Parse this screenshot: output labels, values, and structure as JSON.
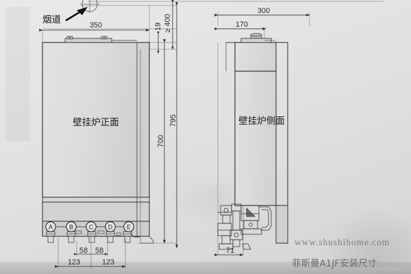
{
  "sheet": {
    "kind": "technical-drawing",
    "background_color": "#e4e4e4",
    "line_color": "#2a2a2a"
  },
  "annotations": {
    "flue_label": "烟道",
    "front_view_label": "壁挂炉正面",
    "side_view_label": "壁挂炉侧面"
  },
  "front_view": {
    "dimensions": {
      "width_350": "350",
      "gap_19": "19",
      "clearance_400": "≥ 400",
      "height_700": "700",
      "height_795": "795",
      "spacing_58_left": "58",
      "spacing_58_right": "58",
      "spacing_123_left": "123",
      "spacing_123_right": "123"
    },
    "connection_balloons": [
      "A",
      "B",
      "C",
      "D",
      "E"
    ]
  },
  "side_view": {
    "dimensions": {
      "depth_300": "300",
      "depth_170": "170",
      "offset_71": "71"
    }
  },
  "watermark": {
    "url": "www.shushihome.com",
    "caption": "菲斯曼A1JF安装尺寸",
    "color": "#7e7e7e"
  }
}
